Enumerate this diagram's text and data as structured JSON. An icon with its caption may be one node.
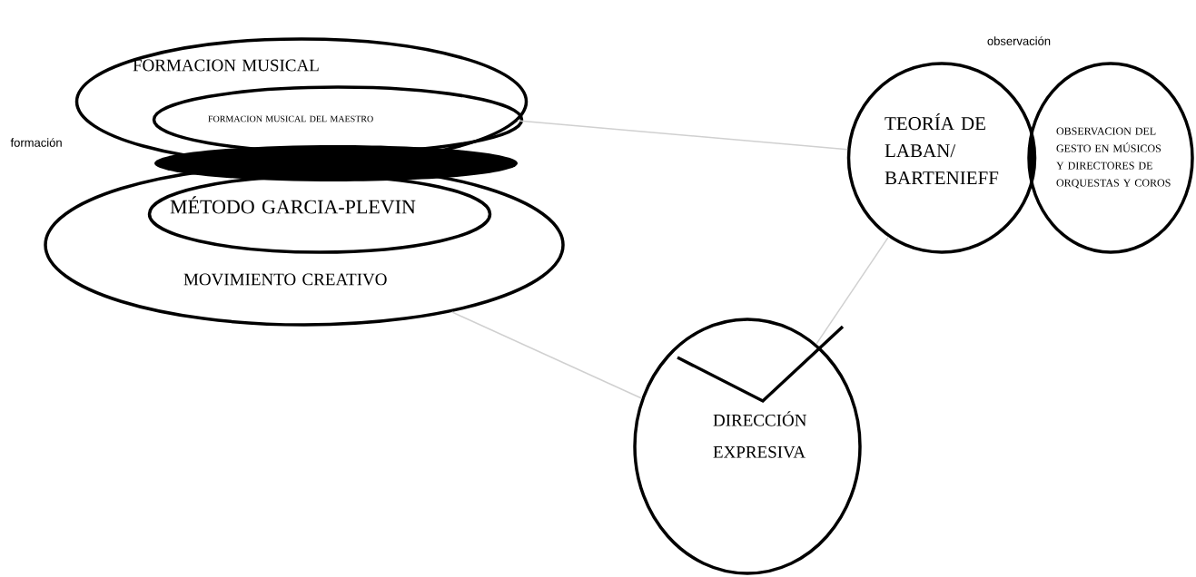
{
  "diagram": {
    "nodes": [
      {
        "text": [
          "FORMACION MUSICAL"
        ]
      },
      {
        "text": [
          "FORMACION MUSICAL DEL MAESTRO"
        ],
        "in": 0
      },
      {
        "text": [
          "MOVIMIENTO CREATIVO"
        ]
      },
      {
        "text": [
          "MÉTODO GARCIA-PLEVIN"
        ],
        "in": 2
      },
      {
        "text": [
          "TEORÍA DE LABAN/ BARTENIEFF"
        ]
      },
      {
        "text": [
          "OBSERVACION DEL GESTO EN MÚSICOS Y DIRECTORES DE ORQUESTAS Y COROS"
        ]
      },
      {
        "text": [
          "DIRECCIÓN EXPRESIVA"
        ]
      }
    ],
    "edges": [
      {
        "from": 0,
        "to": 4,
        "arrow": "none",
        "color": "#d0d0d0"
      },
      {
        "from": 2,
        "to": 6,
        "arrow": "none",
        "color": "#d0d0d0"
      },
      {
        "from": 4,
        "to": 6,
        "arrow": "none",
        "color": "#d0d0d0"
      }
    ],
    "labels": [
      "formación",
      "observación"
    ]
  }
}
